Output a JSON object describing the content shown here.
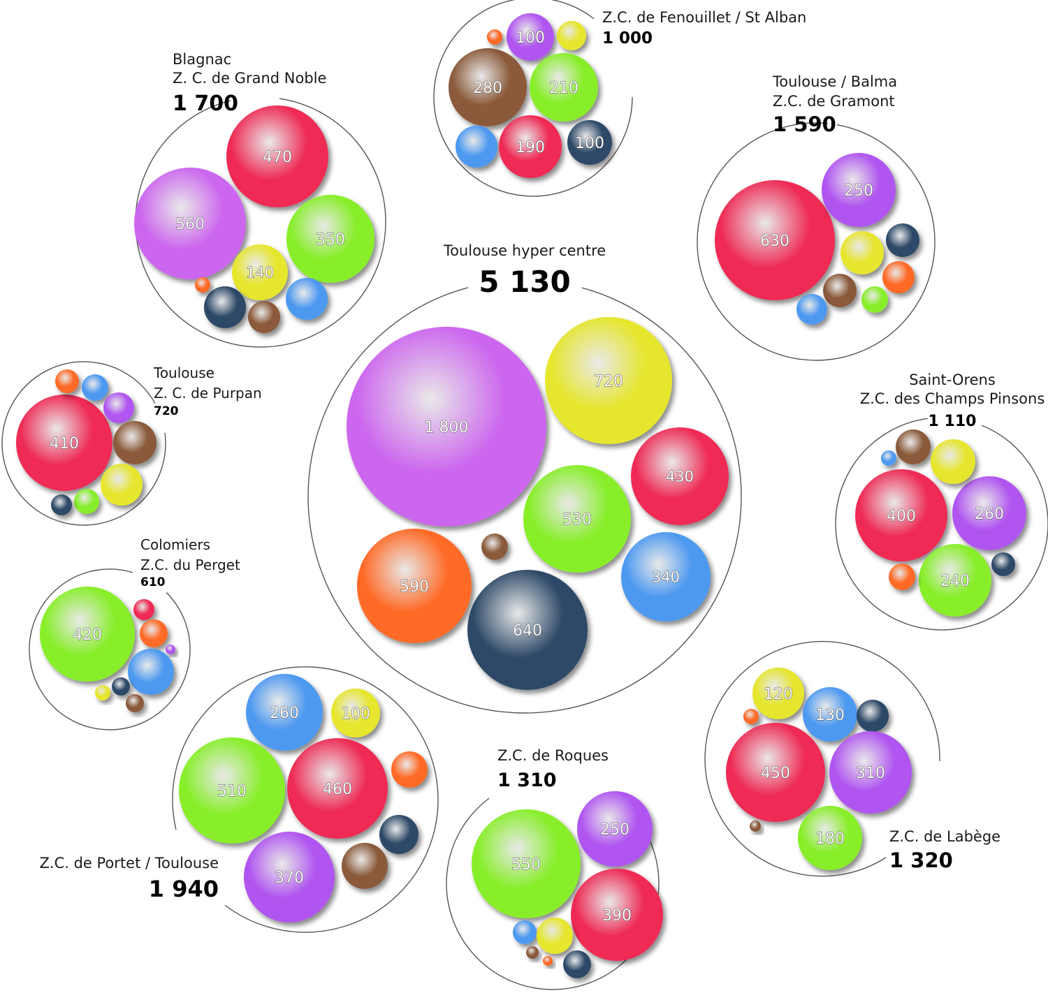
{
  "palette": {
    "violet": "#cc66ee",
    "yellow": "#e6e62e",
    "red": "#ee2b55",
    "green": "#88ee2a",
    "blue": "#4d99f0",
    "orange": "#ff6a26",
    "navy": "#2e4a68",
    "brown": "#8a5a3a",
    "purple": "#b055f0"
  },
  "chart_data": {
    "type": "bubble",
    "zones": [
      {
        "name": [
          "Toulouse hyper centre"
        ],
        "total": "5 130",
        "bubbles": [
          {
            "value": 1800,
            "label": "1 800",
            "color": "violet"
          },
          {
            "value": 720,
            "label": "720",
            "color": "yellow"
          },
          {
            "value": 430,
            "label": "430",
            "color": "red"
          },
          {
            "value": 530,
            "label": "530",
            "color": "green"
          },
          {
            "value": 340,
            "label": "340",
            "color": "blue"
          },
          {
            "value": 590,
            "label": "590",
            "color": "orange"
          },
          {
            "value": 640,
            "label": "640",
            "color": "navy"
          },
          {
            "value": null,
            "label": "",
            "color": "brown"
          }
        ]
      },
      {
        "name": [
          "Blagnac",
          "Z. C. de Grand Noble"
        ],
        "total": "1 700",
        "bubbles": [
          {
            "value": 470,
            "label": "470",
            "color": "red"
          },
          {
            "value": 560,
            "label": "560",
            "color": "violet"
          },
          {
            "value": 350,
            "label": "350",
            "color": "green"
          },
          {
            "value": 140,
            "label": "140",
            "color": "yellow"
          },
          {
            "value": null,
            "label": "",
            "color": "blue"
          },
          {
            "value": null,
            "label": "",
            "color": "navy"
          },
          {
            "value": null,
            "label": "",
            "color": "brown"
          },
          {
            "value": null,
            "label": "",
            "color": "orange"
          }
        ]
      },
      {
        "name": [
          "Z.C. de Fenouillet / St Alban"
        ],
        "total": "1 000",
        "bubbles": [
          {
            "value": 100,
            "label": "100",
            "color": "purple"
          },
          {
            "value": null,
            "label": "",
            "color": "yellow"
          },
          {
            "value": null,
            "label": "",
            "color": "orange"
          },
          {
            "value": 280,
            "label": "280",
            "color": "brown"
          },
          {
            "value": 210,
            "label": "210",
            "color": "green"
          },
          {
            "value": null,
            "label": "",
            "color": "blue"
          },
          {
            "value": 190,
            "label": "190",
            "color": "red"
          },
          {
            "value": 100,
            "label": "100",
            "color": "navy"
          }
        ]
      },
      {
        "name": [
          "Toulouse / Balma",
          "Z.C. de Gramont"
        ],
        "total": "1 590",
        "bubbles": [
          {
            "value": 630,
            "label": "630",
            "color": "red"
          },
          {
            "value": 250,
            "label": "250",
            "color": "purple"
          },
          {
            "value": null,
            "label": "",
            "color": "navy"
          },
          {
            "value": null,
            "label": "",
            "color": "yellow"
          },
          {
            "value": null,
            "label": "",
            "color": "orange"
          },
          {
            "value": null,
            "label": "",
            "color": "brown"
          },
          {
            "value": null,
            "label": "",
            "color": "green"
          },
          {
            "value": null,
            "label": "",
            "color": "blue"
          }
        ]
      },
      {
        "name": [
          "Toulouse",
          "Z. C. de Purpan"
        ],
        "total": "720",
        "bubbles": [
          {
            "value": 410,
            "label": "410",
            "color": "red"
          },
          {
            "value": null,
            "label": "",
            "color": "orange"
          },
          {
            "value": null,
            "label": "",
            "color": "blue"
          },
          {
            "value": null,
            "label": "",
            "color": "purple"
          },
          {
            "value": null,
            "label": "",
            "color": "brown"
          },
          {
            "value": null,
            "label": "",
            "color": "yellow"
          },
          {
            "value": null,
            "label": "",
            "color": "green"
          },
          {
            "value": null,
            "label": "",
            "color": "navy"
          }
        ]
      },
      {
        "name": [
          "Saint-Orens",
          "Z.C. des Champs Pinsons"
        ],
        "total": "1 110",
        "bubbles": [
          {
            "value": 400,
            "label": "400",
            "color": "red"
          },
          {
            "value": 260,
            "label": "260",
            "color": "purple"
          },
          {
            "value": 240,
            "label": "240",
            "color": "green"
          },
          {
            "value": null,
            "label": "",
            "color": "brown"
          },
          {
            "value": null,
            "label": "",
            "color": "yellow"
          },
          {
            "value": null,
            "label": "",
            "color": "blue"
          },
          {
            "value": null,
            "label": "",
            "color": "orange"
          },
          {
            "value": null,
            "label": "",
            "color": "navy"
          }
        ]
      },
      {
        "name": [
          "Colomiers",
          "Z.C. du Perget"
        ],
        "total": "610",
        "bubbles": [
          {
            "value": 420,
            "label": "420",
            "color": "green"
          },
          {
            "value": null,
            "label": "",
            "color": "red"
          },
          {
            "value": null,
            "label": "",
            "color": "orange"
          },
          {
            "value": null,
            "label": "",
            "color": "blue"
          },
          {
            "value": null,
            "label": "",
            "color": "purple"
          },
          {
            "value": null,
            "label": "",
            "color": "yellow"
          },
          {
            "value": null,
            "label": "",
            "color": "navy"
          },
          {
            "value": null,
            "label": "",
            "color": "brown"
          }
        ]
      },
      {
        "name": [
          "Z.C. de Portet / Toulouse"
        ],
        "total": "1 940",
        "bubbles": [
          {
            "value": 260,
            "label": "260",
            "color": "blue"
          },
          {
            "value": 100,
            "label": "100",
            "color": "yellow"
          },
          {
            "value": 510,
            "label": "510",
            "color": "green"
          },
          {
            "value": 460,
            "label": "460",
            "color": "red"
          },
          {
            "value": null,
            "label": "",
            "color": "orange"
          },
          {
            "value": null,
            "label": "",
            "color": "navy"
          },
          {
            "value": null,
            "label": "",
            "color": "brown"
          },
          {
            "value": 370,
            "label": "370",
            "color": "purple"
          }
        ]
      },
      {
        "name": [
          "Z.C. de Roques"
        ],
        "total": "1 310",
        "bubbles": [
          {
            "value": 550,
            "label": "550",
            "color": "green"
          },
          {
            "value": 250,
            "label": "250",
            "color": "purple"
          },
          {
            "value": 390,
            "label": "390",
            "color": "red"
          },
          {
            "value": null,
            "label": "",
            "color": "blue"
          },
          {
            "value": null,
            "label": "",
            "color": "yellow"
          },
          {
            "value": null,
            "label": "",
            "color": "brown"
          },
          {
            "value": null,
            "label": "",
            "color": "orange"
          },
          {
            "value": null,
            "label": "",
            "color": "navy"
          }
        ]
      },
      {
        "name": [
          "Z.C. de Labège"
        ],
        "total": "1 320",
        "bubbles": [
          {
            "value": 120,
            "label": "120",
            "color": "yellow"
          },
          {
            "value": 130,
            "label": "130",
            "color": "blue"
          },
          {
            "value": null,
            "label": "",
            "color": "navy"
          },
          {
            "value": null,
            "label": "",
            "color": "orange"
          },
          {
            "value": 450,
            "label": "450",
            "color": "red"
          },
          {
            "value": 310,
            "label": "310",
            "color": "purple"
          },
          {
            "value": 180,
            "label": "180",
            "color": "green"
          },
          {
            "value": null,
            "label": "",
            "color": "brown"
          }
        ]
      }
    ]
  }
}
